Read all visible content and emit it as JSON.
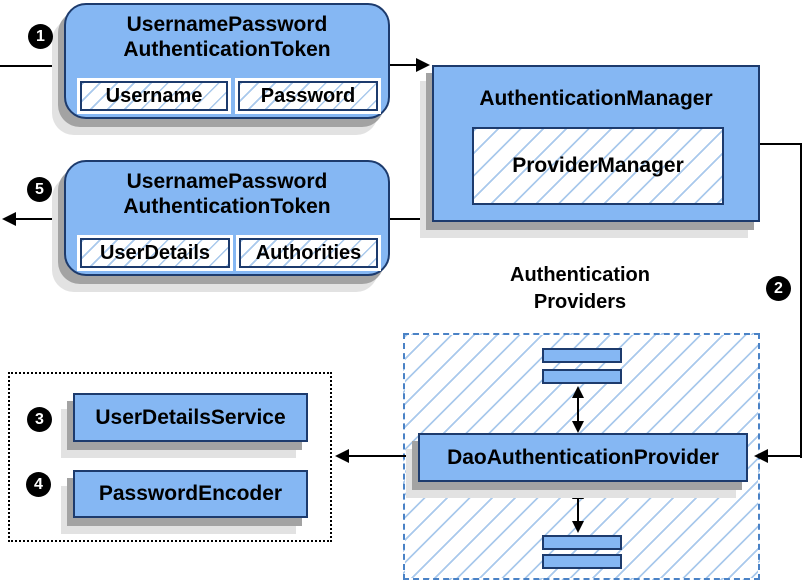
{
  "colors": {
    "node_fill": "#85b7f3",
    "node_border": "#1d3b6d",
    "hatch_line": "#a9c9ec",
    "dashed_border": "#4a82c6",
    "shadow_dark": "#a3a3a3",
    "shadow_light": "#e2e2e2",
    "arrow": "#000000",
    "badge_bg": "#000000",
    "badge_text": "#ffffff"
  },
  "badges": {
    "step1": "1",
    "step2": "2",
    "step3": "3",
    "step4": "4",
    "step5": "5"
  },
  "nodes": {
    "token_request": {
      "title_line1": "UsernamePassword",
      "title_line2": "AuthenticationToken",
      "field_username": "Username",
      "field_password": "Password"
    },
    "authentication_manager": {
      "title": "AuthenticationManager",
      "inner": "ProviderManager"
    },
    "token_result": {
      "title_line1": "UsernamePassword",
      "title_line2": "AuthenticationToken",
      "field_userdetails": "UserDetails",
      "field_authorities": "Authorities"
    },
    "providers_group": {
      "heading_line1": "Authentication",
      "heading_line2": "Providers"
    },
    "dao_authentication_provider": {
      "title": "DaoAuthenticationProvider"
    },
    "user_details_service": {
      "title": "UserDetailsService"
    },
    "password_encoder": {
      "title": "PasswordEncoder"
    }
  }
}
